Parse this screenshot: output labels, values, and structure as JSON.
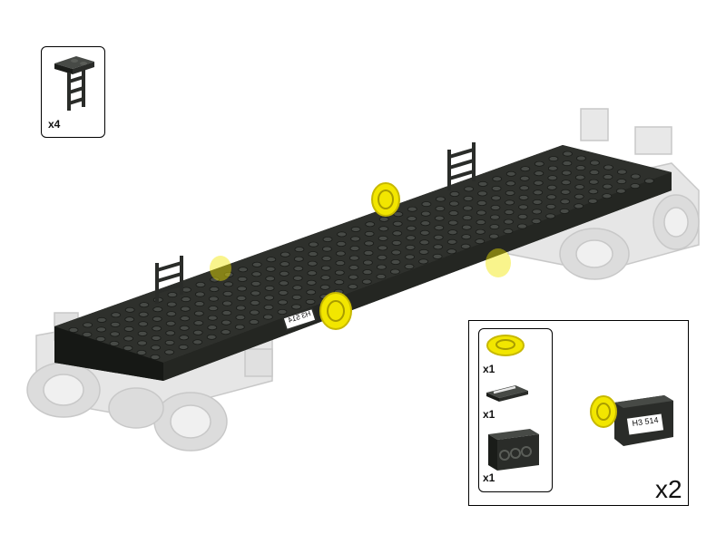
{
  "main_parts_list": {
    "items": [
      {
        "part": "ladder-part",
        "qty": "x4"
      }
    ]
  },
  "sub_assembly": {
    "parts": [
      {
        "part": "wheel-brake-part",
        "qty": "x1"
      },
      {
        "part": "printed-tile-part",
        "qty": "x1"
      },
      {
        "part": "bracket-plate-part",
        "qty": "x1"
      }
    ],
    "multiplier": "x2",
    "plate_text": "H3 514"
  },
  "model": {
    "plate_text": "H3 514"
  },
  "colors": {
    "brick_black": "#2a2c29",
    "brick_highlight": "#474a46",
    "brake_yellow": "#f2e600",
    "ghost_gray": "#d8d8d8"
  }
}
